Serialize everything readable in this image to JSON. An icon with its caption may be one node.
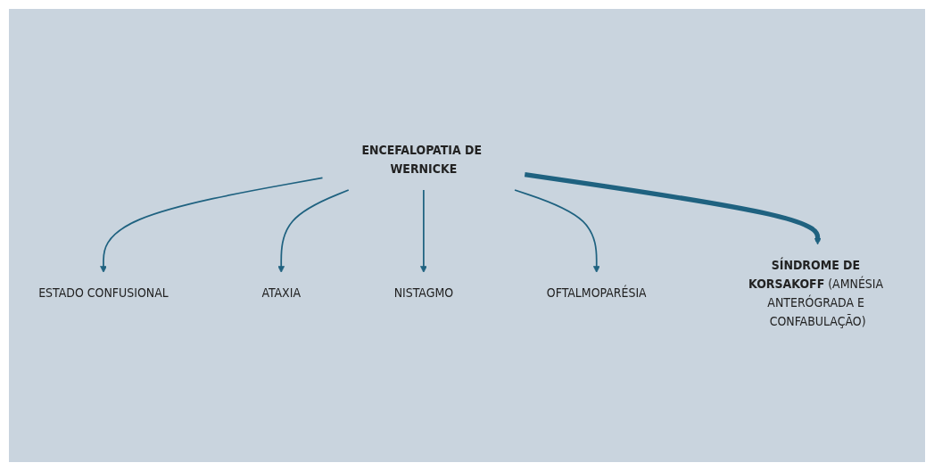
{
  "diagram": {
    "nodes": [
      {
        "text": [
          "ENCEFALOPATIA DE WERNICKE"
        ]
      },
      {
        "text": [
          "ESTADO CONFUSIONAL"
        ]
      },
      {
        "text": [
          "ATAXIA"
        ]
      },
      {
        "text": [
          "NISTAGMO"
        ]
      },
      {
        "text": [
          "OFTALMOPARÉSIA"
        ]
      },
      {
        "text": [
          "SÍNDROME DE KORSAKOFF",
          "(AMNÉSIA ANTERÓGRADA E CONFABULAÇÃO)"
        ]
      }
    ],
    "edges": [
      {
        "from": 0,
        "to": 1,
        "arrow": "to"
      },
      {
        "from": 0,
        "to": 2,
        "arrow": "to"
      },
      {
        "from": 0,
        "to": 3,
        "arrow": "to"
      },
      {
        "from": 0,
        "to": 4,
        "arrow": "to"
      },
      {
        "from": 0,
        "to": 5,
        "arrow": "to",
        "style": "thick"
      }
    ]
  }
}
